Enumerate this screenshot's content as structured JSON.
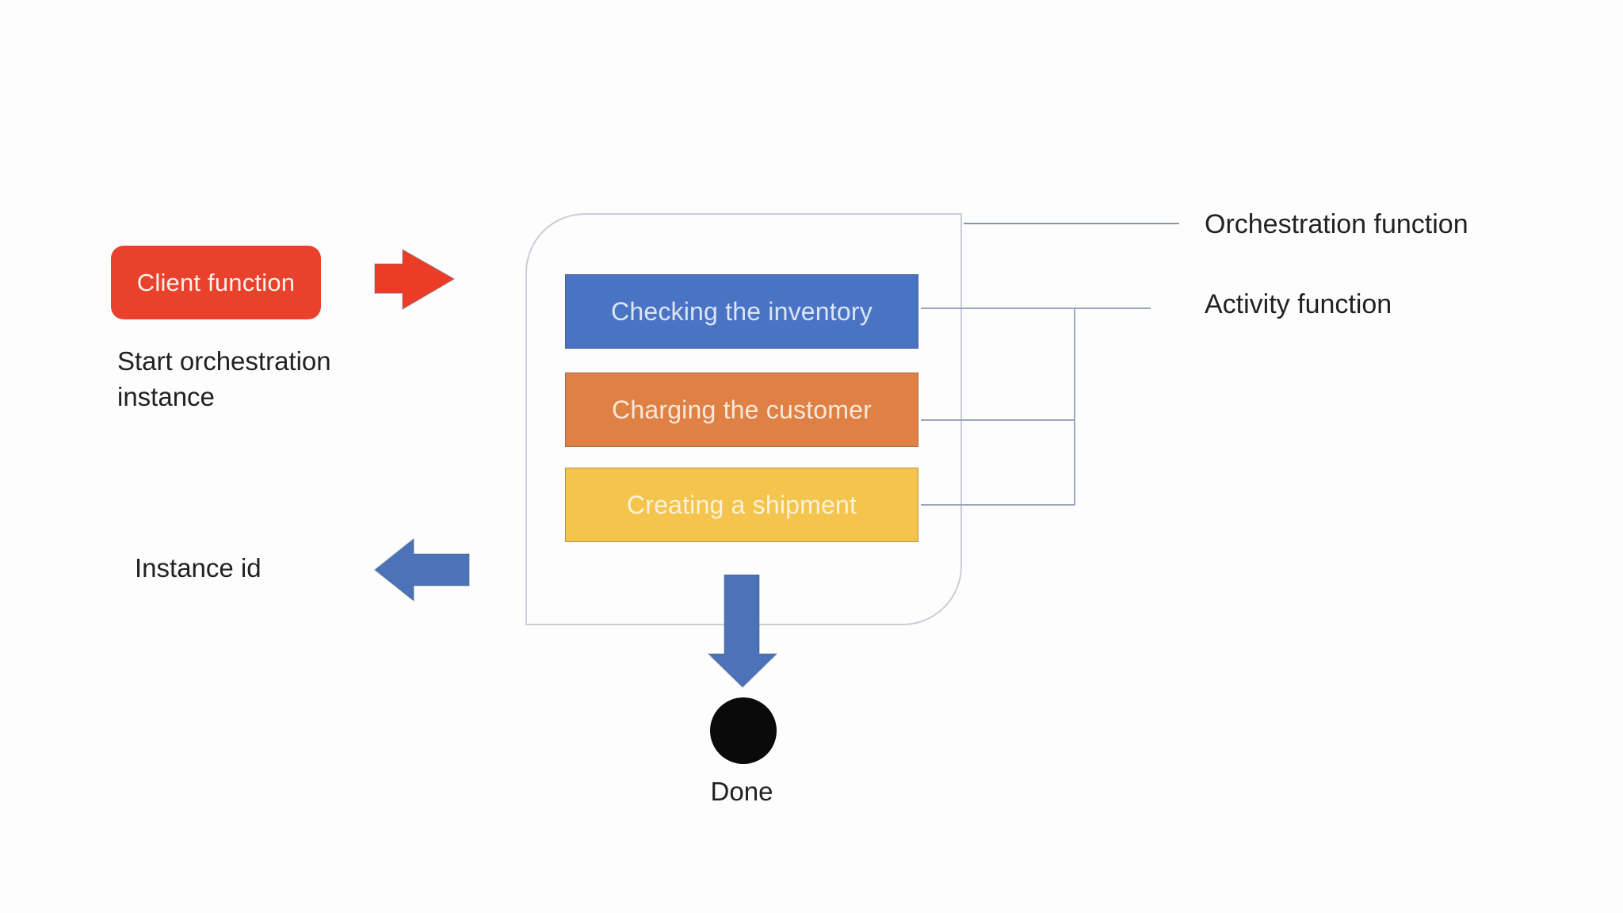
{
  "colors": {
    "background": "#FDFDFD",
    "client_red": "#E8422D",
    "arrow_red": "#EC3B27",
    "arrow_blue": "#4C72B8",
    "done_black": "#0A0A0A",
    "container_border": "#C9CED6",
    "callout_line": "#8C97A4",
    "connector_line": "#9AA6C0",
    "text_dark": "#212121"
  },
  "client": {
    "box_label": "Client function",
    "start_caption": "Start orchestration instance",
    "instance_caption": "Instance id"
  },
  "orchestrator": {
    "label": "Orchestration function",
    "activity_label": "Activity function",
    "activities": [
      {
        "label": "Checking the inventory",
        "fill": "#4B73C4",
        "label_color": "#D9E6F8"
      },
      {
        "label": "Charging the customer",
        "fill": "#DF8144",
        "label_color": "#F8E8DA"
      },
      {
        "label": "Creating a shipment",
        "fill": "#F4C44C",
        "label_color": "#FBF2D8"
      }
    ]
  },
  "done": {
    "label": "Done"
  }
}
